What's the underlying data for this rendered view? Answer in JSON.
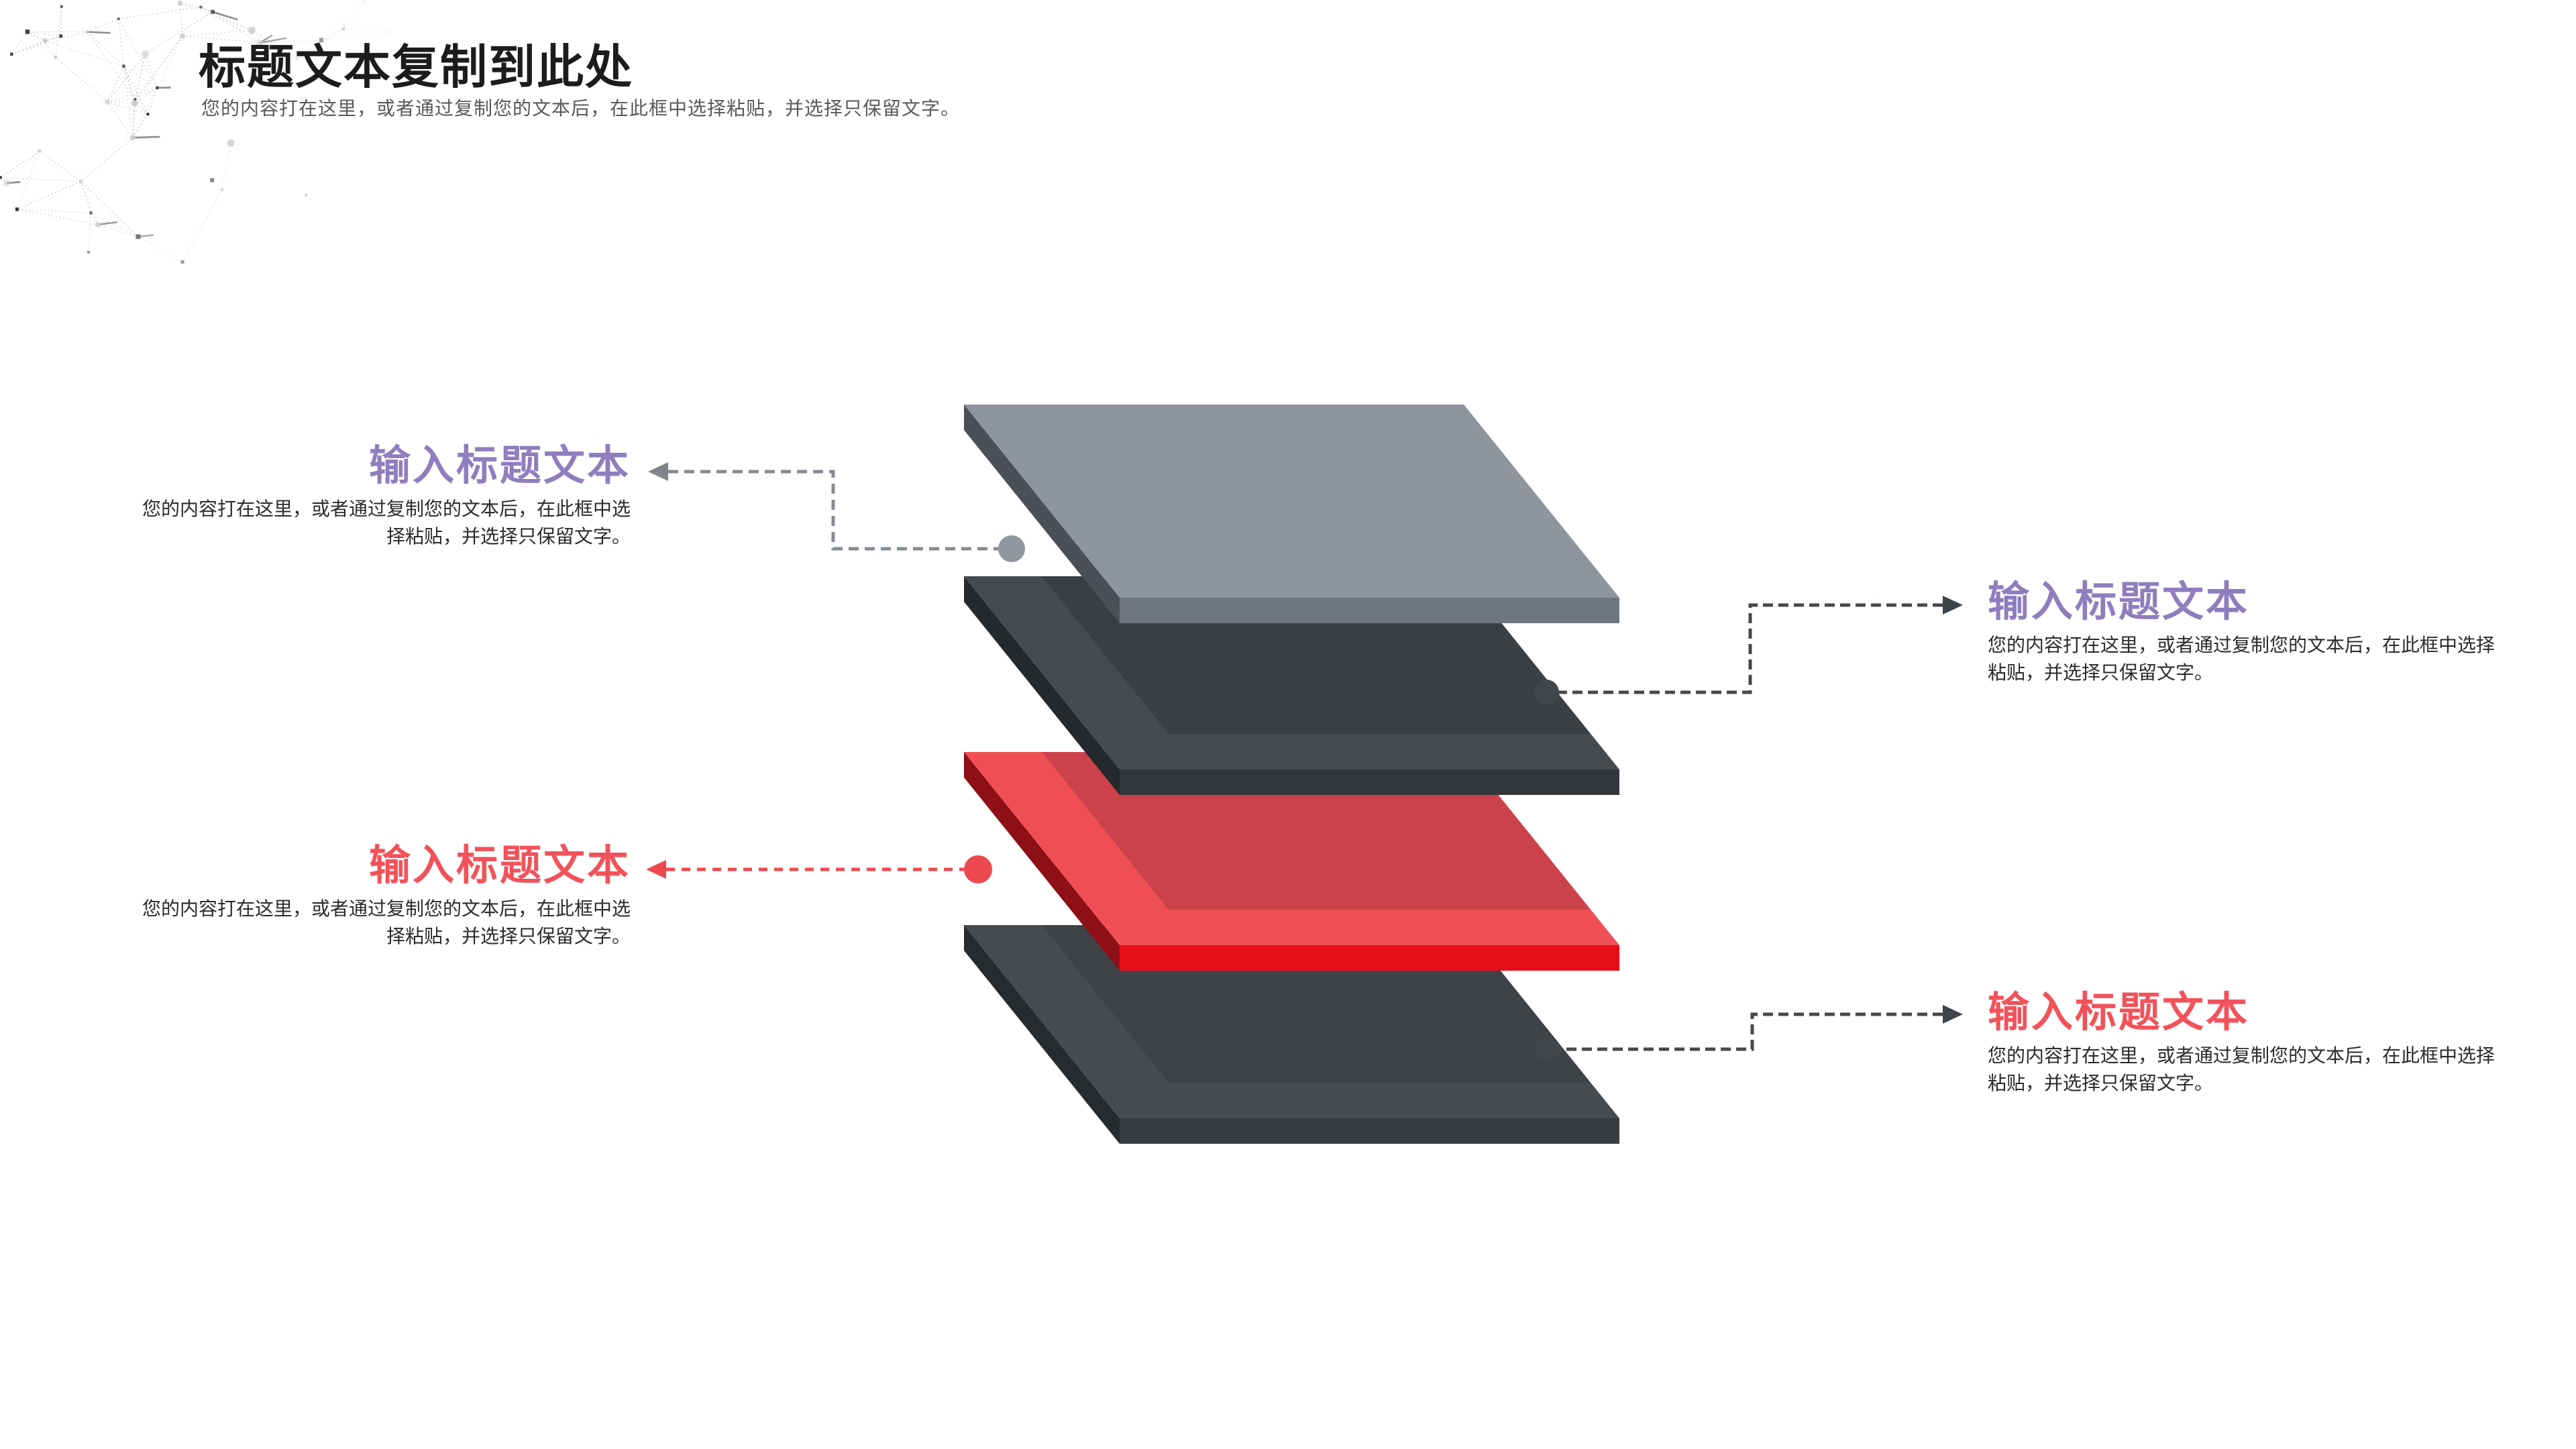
{
  "page": {
    "title": "标题文本复制到此处",
    "subtitle": "您的内容打在这里，或者通过复制您的文本后，在此框中选择粘贴，并选择只保留文字。"
  },
  "callouts": {
    "left_top": {
      "title": "输入标题文本",
      "body": "您的内容打在这里，或者通过复制您的文本后，在此框中选择粘贴，并选择只保留文字。",
      "accent": "#8F7EBE"
    },
    "right_top": {
      "title": "输入标题文本",
      "body": "您的内容打在这里，或者通过复制您的文本后，在此框中选择粘贴，并选择只保留文字。",
      "accent": "#8F7EBE"
    },
    "left_bottom": {
      "title": "输入标题文本",
      "body": "您的内容打在这里，或者通过复制您的文本后，在此框中选择粘贴，并选择只保留文字。",
      "accent": "#F2525A"
    },
    "right_bottom": {
      "title": "输入标题文本",
      "body": "您的内容打在这里，或者通过复制您的文本后，在此框中选择粘贴，并选择只保留文字。",
      "accent": "#F2525A"
    }
  },
  "diagram": {
    "layers": [
      {
        "name": "layer-1-gray",
        "top": "#8F959E",
        "front": "#70767D",
        "side": "#4C5056",
        "shadow": null
      },
      {
        "name": "layer-2-dark",
        "top": "#464B4F",
        "front": "#33373B",
        "side": "#26292B",
        "shadow": "#3B3F43"
      },
      {
        "name": "layer-3-red",
        "top": "#F04E55",
        "front": "#E50F19",
        "side": "#8E1016",
        "shadow": "#CC424A"
      },
      {
        "name": "layer-4-dark",
        "top": "#464B4F",
        "front": "#383C40",
        "side": "#282B2E",
        "shadow": "#3F4347"
      }
    ],
    "connectors": {
      "left_top": {
        "line": "#868C93",
        "dot": "#9097A0",
        "arrow": "#7E848B"
      },
      "right_top": {
        "line": "#45494D",
        "dot": "#41464A",
        "arrow": "#3F4347"
      },
      "left_bottom": {
        "line": "#EE4850",
        "dot": "#EE4850",
        "arrow": "#EE4850"
      },
      "right_bottom": {
        "line": "#45494D",
        "dot": "#41464A",
        "arrow": "#3F4347"
      }
    },
    "decoration_color": "#bfbfbf",
    "decoration_node_color": "#2f2f2f"
  }
}
